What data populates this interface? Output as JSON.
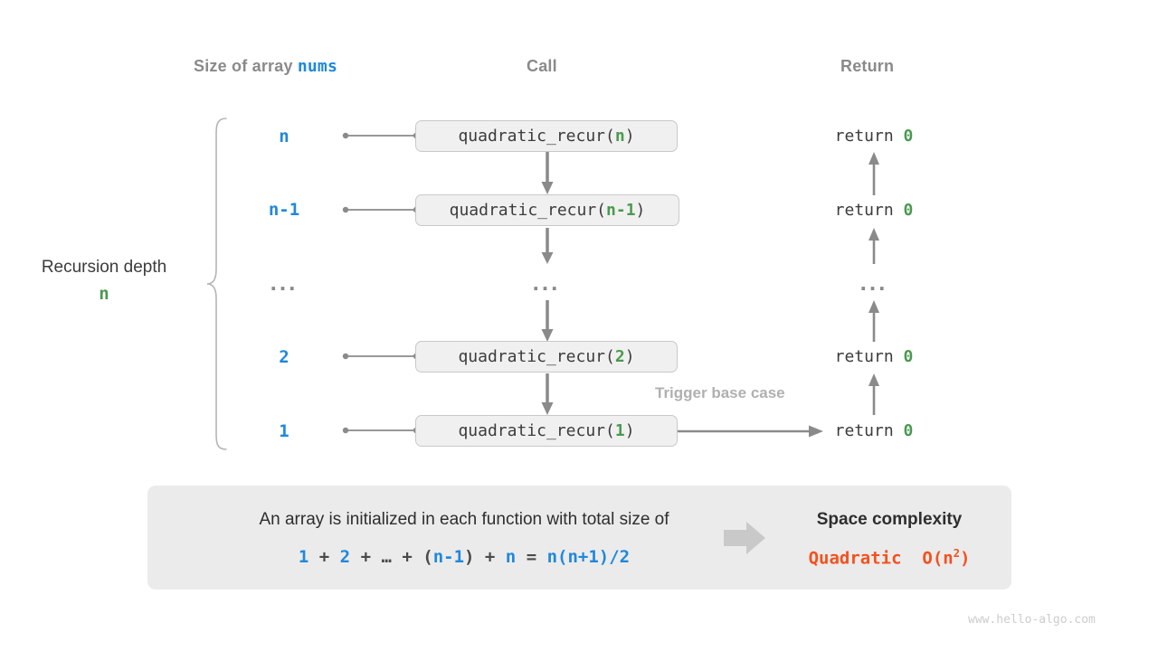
{
  "figure": {
    "title_columns": {
      "size": {
        "prefix": "Size of array ",
        "var": "nums"
      },
      "call": "Call",
      "ret": "Return"
    },
    "depth": {
      "label": "Recursion depth",
      "value": "n"
    },
    "rows": [
      {
        "size": "n",
        "call_prefix": "quadratic_recur(",
        "call_arg": "n",
        "call_suffix": ")",
        "ret_prefix": "return ",
        "ret_value": "0"
      },
      {
        "size": "n-1",
        "call_prefix": "quadratic_recur(",
        "call_arg": "n-1",
        "call_suffix": ")",
        "ret_prefix": "return ",
        "ret_value": "0"
      },
      {
        "size": "...",
        "call_prefix": "...",
        "call_arg": "",
        "call_suffix": "",
        "ret_prefix": "...",
        "ret_value": ""
      },
      {
        "size": "2",
        "call_prefix": "quadratic_recur(",
        "call_arg": "2",
        "call_suffix": ")",
        "ret_prefix": "return ",
        "ret_value": "0"
      },
      {
        "size": "1",
        "call_prefix": "quadratic_recur(",
        "call_arg": "1",
        "call_suffix": ")",
        "ret_prefix": "return ",
        "ret_value": "0"
      }
    ],
    "annotation": "Trigger base case",
    "summary": {
      "text": "An array is initialized in each function with total size of",
      "formula_parts": [
        {
          "t": "1",
          "c": "b"
        },
        {
          "t": " + ",
          "c": "op"
        },
        {
          "t": "2",
          "c": "b"
        },
        {
          "t": " + ",
          "c": "op"
        },
        {
          "t": "…",
          "c": "op"
        },
        {
          "t": " + ",
          "c": "op"
        },
        {
          "t": "(",
          "c": "op"
        },
        {
          "t": "n-1",
          "c": "b"
        },
        {
          "t": ")",
          "c": "op"
        },
        {
          "t": " + ",
          "c": "op"
        },
        {
          "t": "n",
          "c": "b"
        },
        {
          "t": " = ",
          "c": "op"
        },
        {
          "t": "n(n+1)/2",
          "c": "b"
        }
      ],
      "formula_plain": "1 + 2 + … + (n-1) + n = n(n+1)/2",
      "complexity_title": "Space complexity",
      "complexity_kind": "Quadratic",
      "complexity_big_o": "O(n",
      "complexity_exp": "2",
      "complexity_close": ")"
    },
    "watermark": "www.hello-algo.com",
    "colors": {
      "blue": "#1f88dd",
      "green": "#4a9a4f",
      "orange": "#f4511e",
      "gray_text": "#8a8a8a",
      "dark_text": "#2e2e2e",
      "box_fill": "#f0f0f0",
      "box_border": "#c9c9c9",
      "panel_fill": "#ebebeb",
      "arrow": "#8a8a8a"
    }
  }
}
